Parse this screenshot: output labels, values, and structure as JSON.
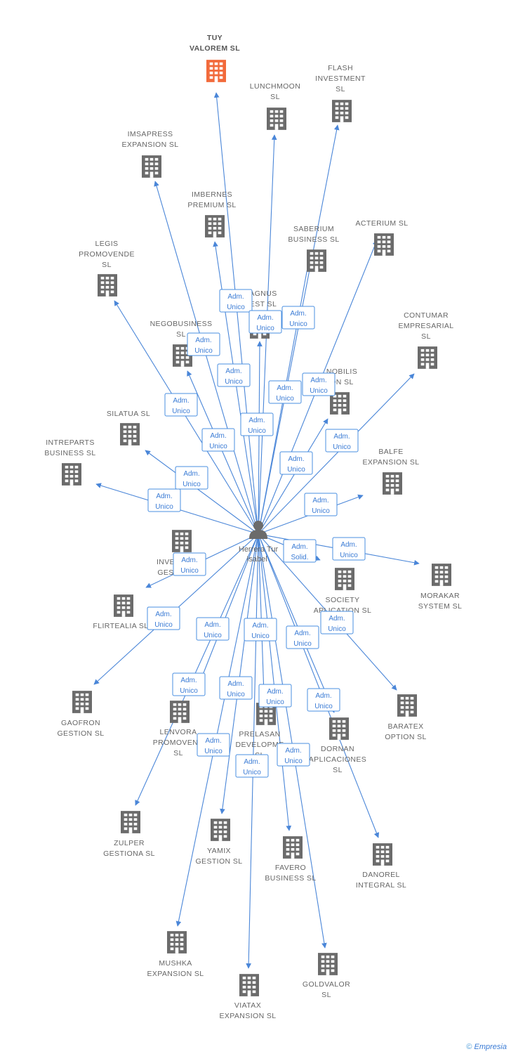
{
  "colors": {
    "edge": "#4a86d8",
    "building": "#6b6b6b",
    "highlight": "#f26a3b",
    "role_text": "#3a7bd5"
  },
  "person": {
    "name_line1": "Herrera Tur",
    "name_line2": "Isabel",
    "icon": "person-icon"
  },
  "companies": [
    {
      "id": "tuy",
      "lines": [
        "TUY",
        "VALOREM SL"
      ],
      "highlight": true
    },
    {
      "id": "flash",
      "lines": [
        "FLASH",
        "INVESTMENT",
        "SL"
      ]
    },
    {
      "id": "lunchmoon",
      "lines": [
        "LUNCHMOON",
        "SL"
      ]
    },
    {
      "id": "imsapress",
      "lines": [
        "IMSAPRESS",
        "EXPANSION SL"
      ]
    },
    {
      "id": "imbernes",
      "lines": [
        "IMBERNES",
        "PREMIUM SL"
      ]
    },
    {
      "id": "saberium",
      "lines": [
        "SABERIUM",
        "BUSINESS SL"
      ]
    },
    {
      "id": "acterium",
      "lines": [
        "ACTERIUM SL"
      ]
    },
    {
      "id": "legis",
      "lines": [
        "LEGIS",
        "PROMOVENDE",
        "SL"
      ]
    },
    {
      "id": "agnus",
      "lines": [
        "AGNUS",
        "EST SL"
      ]
    },
    {
      "id": "contumar",
      "lines": [
        "CONTUMAR",
        "EMPRESARIAL",
        "SL"
      ]
    },
    {
      "id": "negobusiness",
      "lines": [
        "NEGOBUSINESS",
        "SL"
      ]
    },
    {
      "id": "nobilis",
      "lines": [
        "NOBILIS",
        "ON SL"
      ]
    },
    {
      "id": "silatua",
      "lines": [
        "SILATUA SL"
      ]
    },
    {
      "id": "intreparts",
      "lines": [
        "INTREPARTS",
        "BUSINESS SL"
      ]
    },
    {
      "id": "balfe",
      "lines": [
        "BALFE",
        "EXPANSION SL"
      ]
    },
    {
      "id": "inversiones",
      "lines": [
        "INVE",
        "GES"
      ]
    },
    {
      "id": "morakar",
      "lines": [
        "MORAKAR",
        "SYSTEM SL"
      ]
    },
    {
      "id": "society",
      "lines": [
        "SOCIETY",
        "APLICATION SL"
      ]
    },
    {
      "id": "flirtealia",
      "lines": [
        "FLIRTEALIA SL"
      ]
    },
    {
      "id": "gaofron",
      "lines": [
        "GAOFRON",
        "GESTION SL"
      ]
    },
    {
      "id": "baratex",
      "lines": [
        "BARATEX",
        "OPTION SL"
      ]
    },
    {
      "id": "lenvora",
      "lines": [
        "LENVORA",
        "PROMOVEND",
        "SL"
      ]
    },
    {
      "id": "prelasan",
      "lines": [
        "PRELASAN",
        "DEVELOPME",
        "SL"
      ]
    },
    {
      "id": "dornan",
      "lines": [
        "DORNAN",
        "APLICACIONES",
        "SL"
      ]
    },
    {
      "id": "zulper",
      "lines": [
        "ZULPER",
        "GESTIONA SL"
      ]
    },
    {
      "id": "yamix",
      "lines": [
        "YAMIX",
        "GESTION SL"
      ]
    },
    {
      "id": "favero",
      "lines": [
        "FAVERO",
        "BUSINESS SL"
      ]
    },
    {
      "id": "danorel",
      "lines": [
        "DANOREL",
        "INTEGRAL SL"
      ]
    },
    {
      "id": "mushka",
      "lines": [
        "MUSHKA",
        "EXPANSION SL"
      ]
    },
    {
      "id": "goldvalor",
      "lines": [
        "GOLDVALOR",
        "SL"
      ]
    },
    {
      "id": "viatax",
      "lines": [
        "VIATAX",
        "EXPANSION SL"
      ]
    }
  ],
  "edges": [
    {
      "to": "tuy",
      "role": [
        "Adm.",
        "Unico"
      ]
    },
    {
      "to": "lunchmoon",
      "role": [
        "Adm.",
        "Unico"
      ]
    },
    {
      "to": "flash",
      "role": [
        "Adm.",
        "Unico"
      ]
    },
    {
      "to": "imsapress",
      "role": [
        "Adm.",
        "Unico"
      ]
    },
    {
      "to": "imbernes",
      "role": [
        "Adm.",
        "Unico"
      ]
    },
    {
      "to": "saberium",
      "role": [
        "Adm.",
        "Unico"
      ]
    },
    {
      "to": "acterium",
      "role": [
        "Adm.",
        "Unico"
      ]
    },
    {
      "to": "legis",
      "role": [
        "Adm.",
        "Unico"
      ]
    },
    {
      "to": "agnus",
      "role": [
        "Adm.",
        "Unico"
      ]
    },
    {
      "to": "negobusiness",
      "role": [
        "Adm.",
        "Unico"
      ]
    },
    {
      "to": "nobilis",
      "role": [
        "Adm.",
        "Unico"
      ]
    },
    {
      "to": "contumar",
      "role": [
        "Adm.",
        "Unico"
      ]
    },
    {
      "to": "silatua",
      "role": [
        "Adm.",
        "Unico"
      ]
    },
    {
      "to": "intreparts",
      "role": [
        "Adm.",
        "Unico"
      ]
    },
    {
      "to": "balfe",
      "role": [
        "Adm.",
        "Unico"
      ]
    },
    {
      "to": "inversiones",
      "role": [
        "Adm.",
        "Unico"
      ]
    },
    {
      "to": "society",
      "role": [
        "Adm.",
        "Solid."
      ]
    },
    {
      "to": "morakar",
      "role": [
        "Adm.",
        "Unico"
      ]
    },
    {
      "to": "gaofron",
      "role": [
        "Adm.",
        "Unico"
      ]
    },
    {
      "to": "baratex",
      "role": [
        "Adm.",
        "Unico"
      ]
    },
    {
      "to": "lenvora",
      "role": [
        "Adm.",
        "Unico"
      ]
    },
    {
      "to": "prelasan",
      "role": [
        "Adm.",
        "Unico"
      ]
    },
    {
      "to": "dornan",
      "role": [
        "Adm.",
        "Unico"
      ]
    },
    {
      "to": "zulper",
      "role": [
        "Adm.",
        "Unico"
      ]
    },
    {
      "to": "yamix",
      "role": [
        "Adm.",
        "Unico"
      ]
    },
    {
      "to": "favero",
      "role": [
        "Adm.",
        "Unico"
      ]
    },
    {
      "to": "danorel",
      "role": [
        "Adm.",
        "Unico"
      ]
    },
    {
      "to": "mushka",
      "role": [
        "Adm.",
        "Unico"
      ]
    },
    {
      "to": "goldvalor",
      "role": [
        "Adm.",
        "Unico"
      ]
    },
    {
      "to": "viatax",
      "role": [
        "Adm.",
        "Unico"
      ]
    },
    {
      "to": "flirtealia",
      "role": [
        "Adm.",
        "Unico"
      ]
    }
  ],
  "footer": {
    "copyright": "©",
    "brand": "Empresia"
  }
}
